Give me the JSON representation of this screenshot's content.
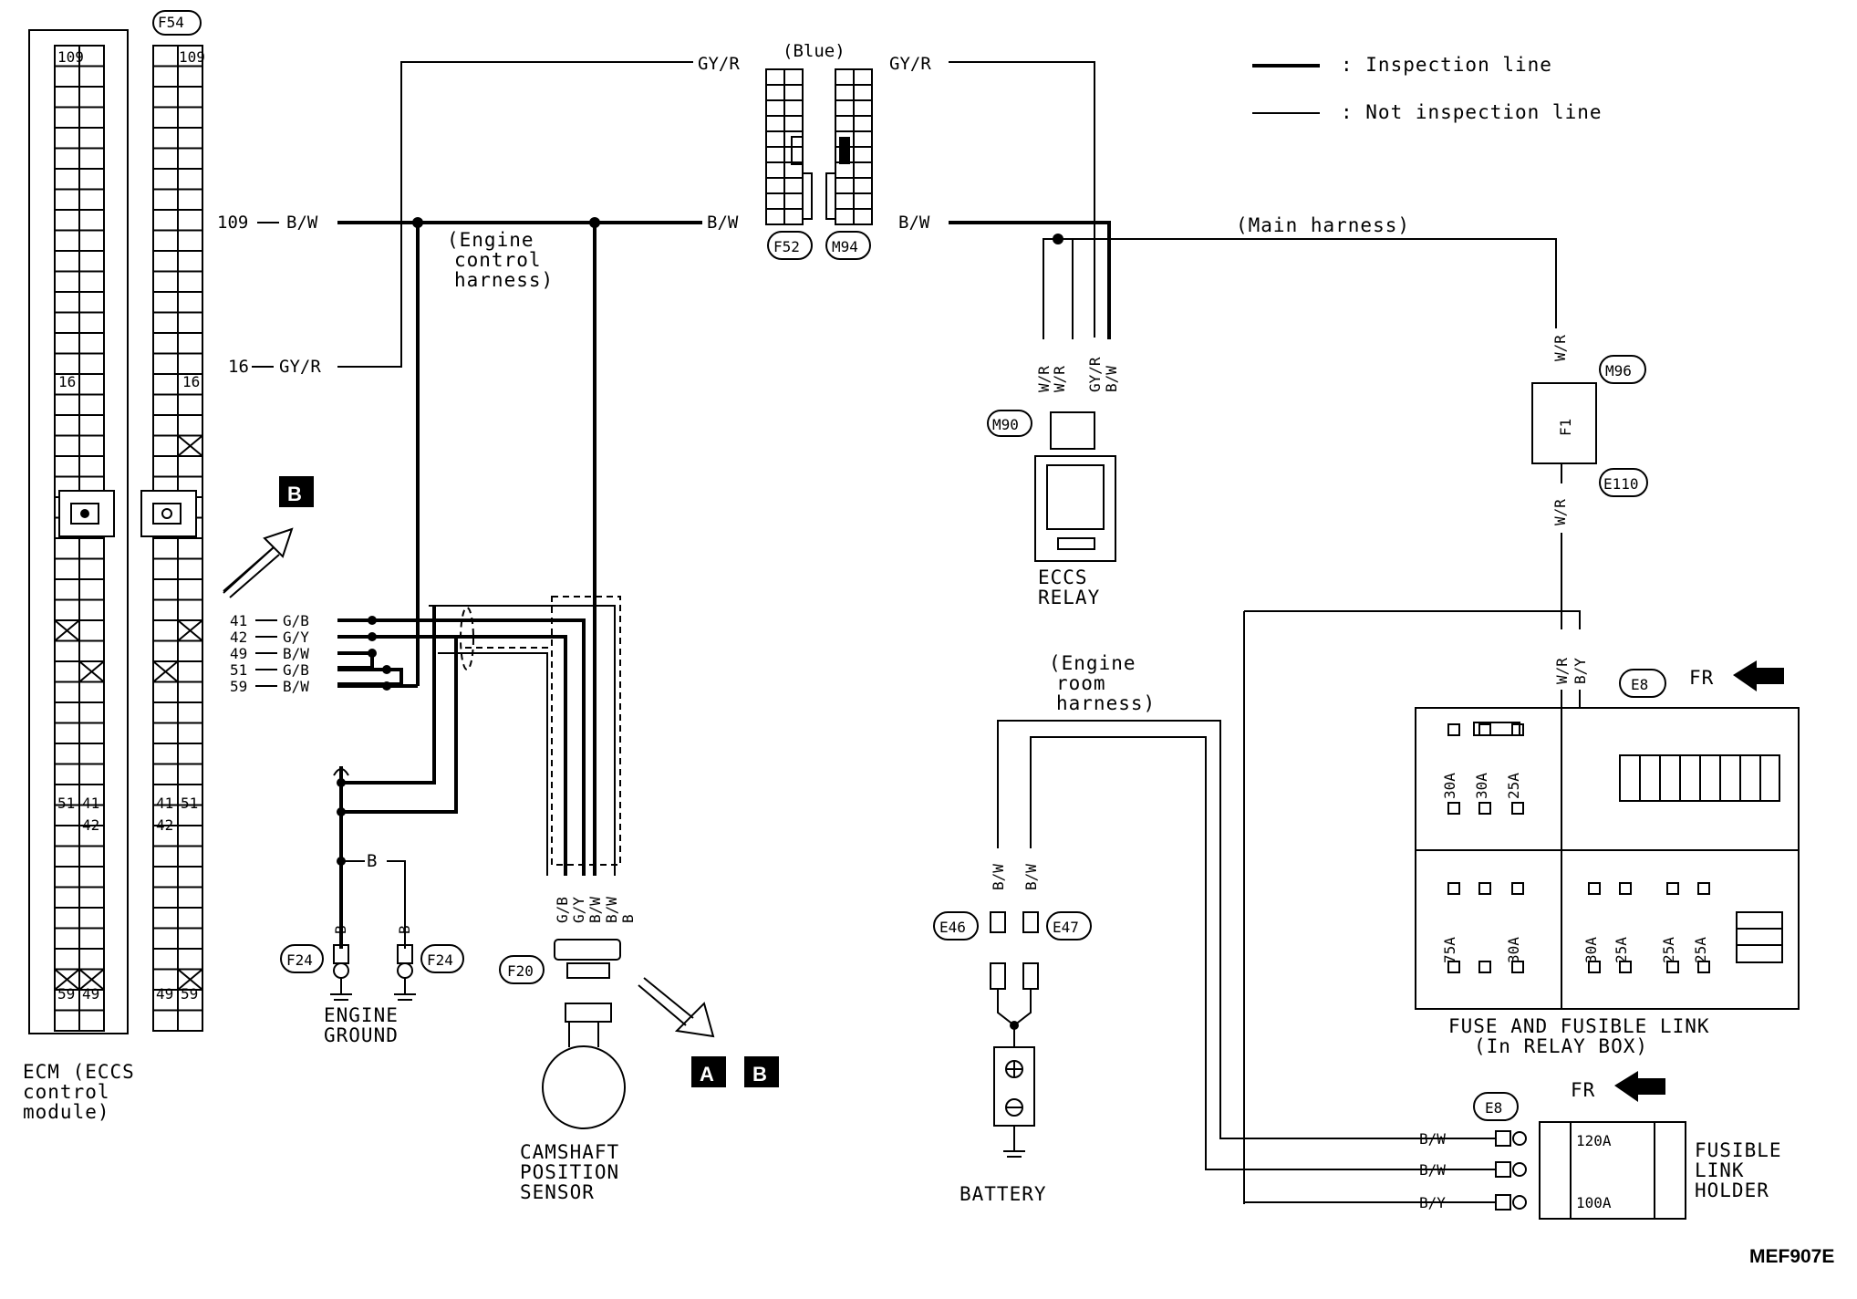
{
  "legend": {
    "inspection": ": Inspection line",
    "not_inspection": ": Not inspection line"
  },
  "connectors": {
    "f54": "F54",
    "f52": "F52",
    "m94": "M94",
    "m90": "M90",
    "m96": "M96",
    "e110": "E110",
    "e8_top": "E8",
    "e8_bottom": "E8",
    "f24_left": "F24",
    "f24_right": "F24",
    "f20": "F20",
    "e46": "E46",
    "e47": "E47"
  },
  "ecm": {
    "pins_top": [
      "109",
      "16"
    ],
    "pins_bottom_left": [
      "51",
      "41",
      "42",
      "59",
      "49"
    ],
    "pins_bottom_right": [
      "41",
      "51",
      "42",
      "49",
      "59"
    ],
    "label": [
      "ECM (ECCS",
      "control",
      "module)"
    ]
  },
  "wires": {
    "w109": "109",
    "w16": "16",
    "bw": "B/W",
    "gyr": "GY/R",
    "blue": "(Blue)",
    "pins_left": [
      "41",
      "42",
      "49",
      "51",
      "59"
    ],
    "colors_left": [
      "G/B",
      "G/Y",
      "B/W",
      "G/B",
      "B/W"
    ],
    "b": "B",
    "wr": "W/R",
    "by": "B/Y",
    "f20_wires": [
      "G/B",
      "G/Y",
      "B/W",
      "B/W",
      "B"
    ]
  },
  "harness": {
    "engine_control": [
      "(Engine",
      "control",
      "harness)"
    ],
    "main": "(Main harness)",
    "engine_room": [
      "(Engine",
      "room",
      "harness)"
    ]
  },
  "components": {
    "eccs_relay": [
      "ECCS",
      "RELAY"
    ],
    "engine_ground": [
      "ENGINE",
      "GROUND"
    ],
    "camshaft": [
      "CAMSHAFT",
      "POSITION",
      "SENSOR"
    ],
    "battery": "BATTERY",
    "fuse_box": [
      "FUSE AND FUSIBLE LINK",
      "(In RELAY BOX)"
    ],
    "fusible_holder": [
      "FUSIBLE",
      "LINK",
      "HOLDER"
    ],
    "f1": "F1"
  },
  "fuses": {
    "top": [
      "30A",
      "30A",
      "25A"
    ],
    "bottom": [
      "75A",
      "30A",
      "30A",
      "25A",
      "25A",
      "25A"
    ],
    "links": [
      "120A",
      "100A"
    ]
  },
  "refs": {
    "a": "A",
    "b": "B",
    "fr": "FR"
  },
  "code": "MEF907E"
}
